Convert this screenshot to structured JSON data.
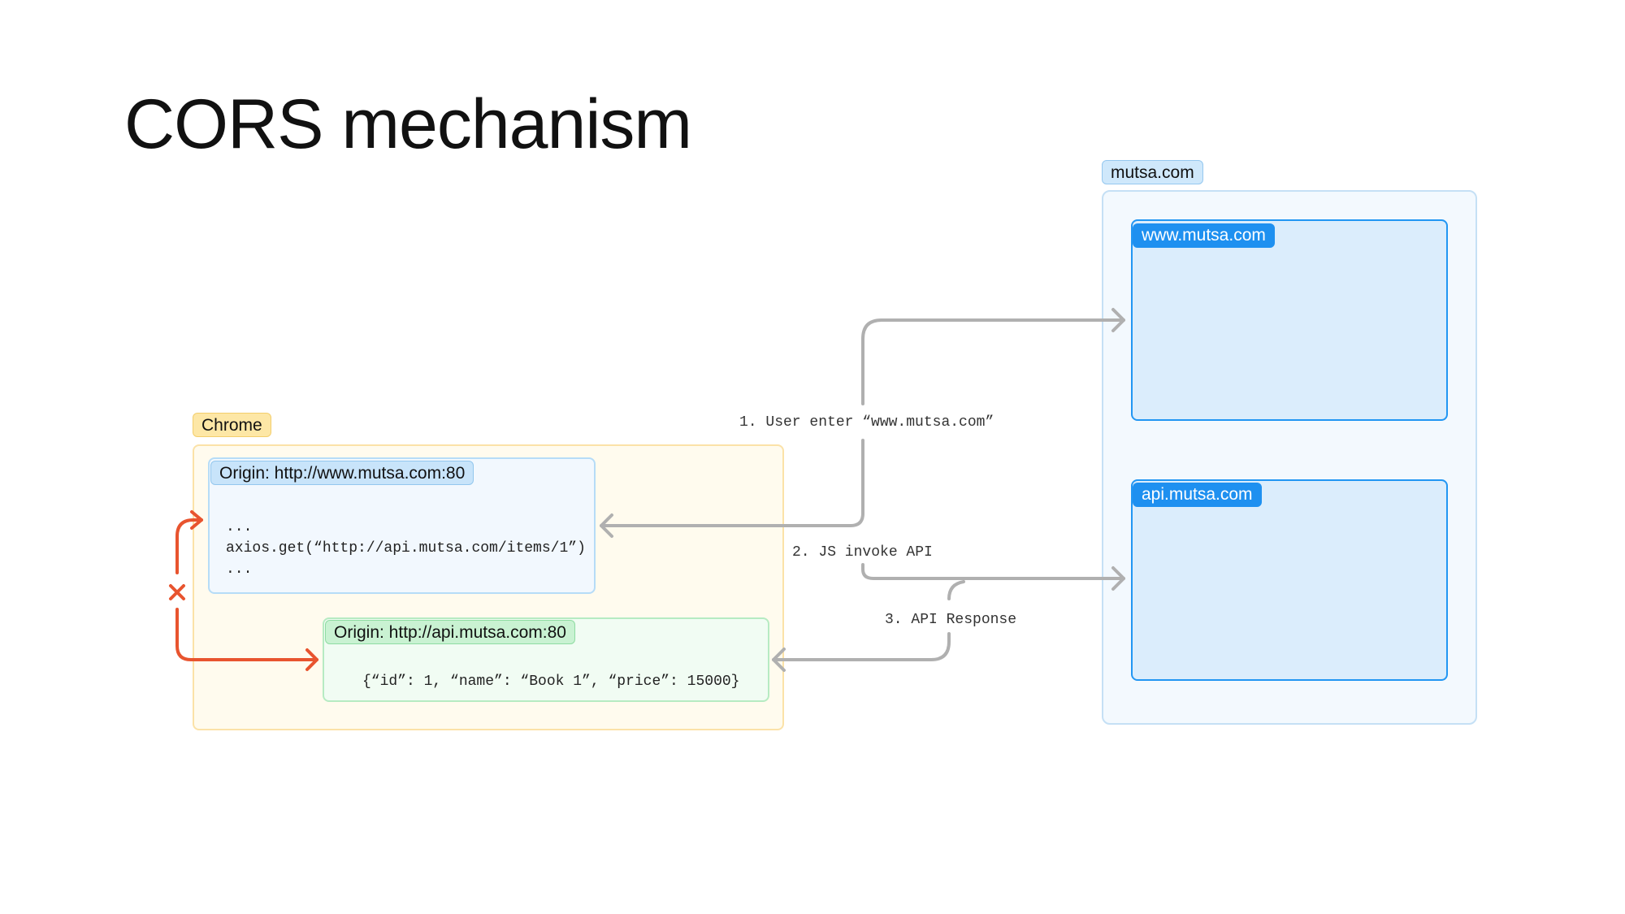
{
  "title": "CORS mechanism",
  "chrome": {
    "label": "Chrome",
    "www_origin": {
      "label": "Origin: http://www.mutsa.com:80",
      "code_lines": [
        "...",
        "axios.get(“http://api.mutsa.com/items/1”)",
        "..."
      ]
    },
    "api_origin": {
      "label": "Origin: http://api.mutsa.com:80",
      "code": "{“id”: 1, “name”: “Book 1”, “price”: 15000}"
    },
    "blocked_mark": "×"
  },
  "server": {
    "label": "mutsa.com",
    "www": {
      "label": "www.mutsa.com"
    },
    "api": {
      "label": "api.mutsa.com"
    }
  },
  "steps": [
    "1. User enter “www.mutsa.com”",
    "2. JS invoke API",
    "3. API Response"
  ],
  "colors": {
    "arrow": "#b0b0b0",
    "blocked": "#e8542f",
    "server_accent": "#2196f3"
  }
}
